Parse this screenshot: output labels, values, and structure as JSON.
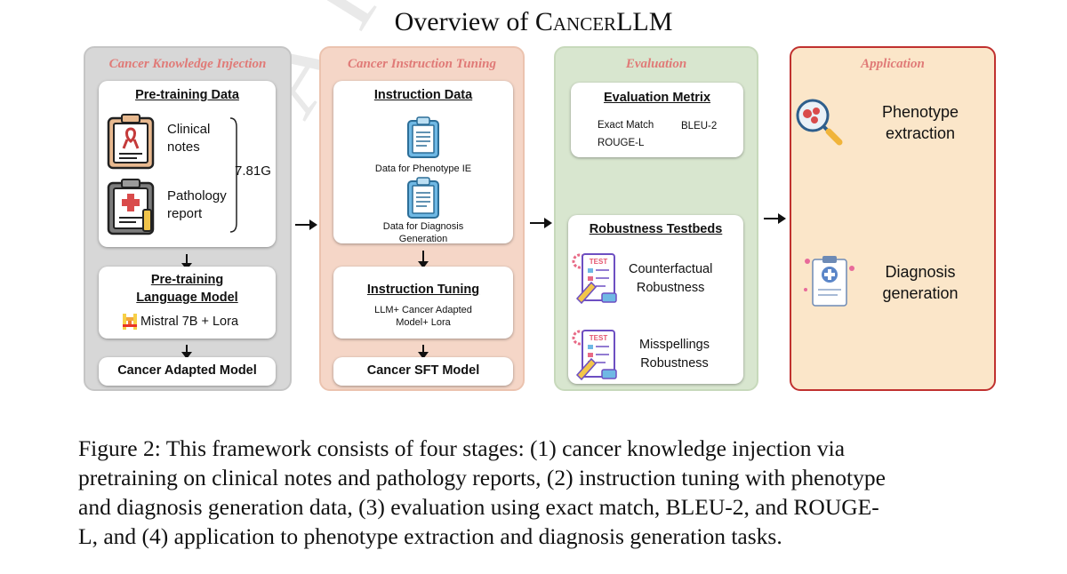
{
  "title": {
    "prefix": "Overview of ",
    "smallcaps": "Cancer",
    "suffix": "LLM"
  },
  "stages": {
    "knowledge": {
      "title": "Cancer Knowledge Injection",
      "pretraining_data": {
        "title": "Pre-training Data",
        "item1": [
          "Clinical",
          "notes"
        ],
        "item2": [
          "Pathology",
          "report"
        ],
        "size": "7.81G"
      },
      "model": {
        "title_line1": "Pre-training",
        "title_line2": "Language Model",
        "name": "Mistral 7B + Lora"
      },
      "result": "Cancer Adapted Model"
    },
    "instruction": {
      "title": "Cancer Instruction Tuning",
      "data": {
        "title": "Instruction Data",
        "item1": "Data for Phenotype IE",
        "item2_line1": "Data for Diagnosis",
        "item2_line2": "Generation"
      },
      "tuning": {
        "title": "Instruction Tuning",
        "line1": "LLM+ Cancer Adapted",
        "line2": "Model+ Lora"
      },
      "result": "Cancer SFT Model"
    },
    "evaluation": {
      "title": "Evaluation",
      "metrics": {
        "title": "Evaluation Metrix",
        "m1": "Exact Match",
        "m2": "BLEU-2",
        "m3": "ROUGE-L"
      },
      "robustness": {
        "title": "Robustness Testbeds",
        "badge": "TEST",
        "item1_line1": "Counterfactual",
        "item1_line2": "Robustness",
        "item2_line1": "Misspellings",
        "item2_line2": "Robustness"
      }
    },
    "application": {
      "title": "Application",
      "item1_line1": "Phenotype",
      "item1_line2": "extraction",
      "item2_line1": "Diagnosis",
      "item2_line2": "generation"
    }
  },
  "watermark": "AR",
  "caption": [
    "Figure 2: This framework consists of four stages: (1) cancer knowledge injection via",
    "pretraining on clinical notes and pathology reports, (2) instruction tuning with phenotype",
    "and diagnosis generation data, (3) evaluation using exact match, BLEU-2, and ROUGE-",
    "L, and (4) application to phenotype extraction and diagnosis generation tasks."
  ],
  "colors": {
    "stage_title": "#e07a77",
    "stage1_bg": "#d7d7d7",
    "stage2_bg": "#f5d6c7",
    "stage3_bg": "#d8e6cf",
    "stage4_bg": "#fbe6c9",
    "stage4_border": "#c0312f"
  }
}
